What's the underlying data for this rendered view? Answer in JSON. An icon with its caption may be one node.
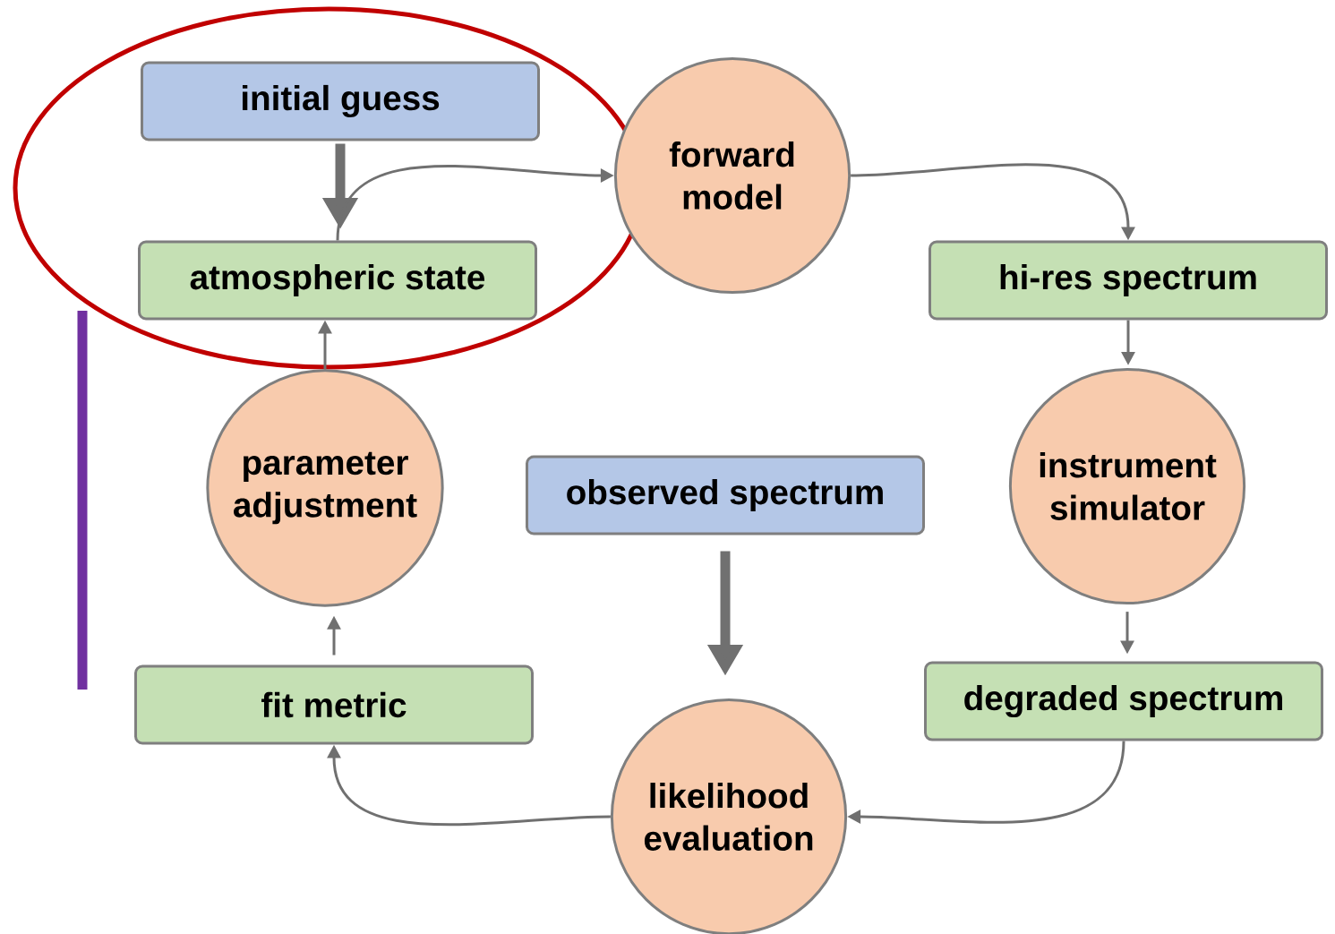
{
  "diagram": {
    "nodes": [
      {
        "text": [
          "initial guess"
        ]
      },
      {
        "text": [
          "forward model"
        ]
      },
      {
        "text": [
          "atmospheric state"
        ]
      },
      {
        "text": [
          "hi-res spectrum"
        ]
      },
      {
        "text": [
          "parameter adjustment"
        ]
      },
      {
        "text": [
          "observed spectrum"
        ]
      },
      {
        "text": [
          "instrument simulator"
        ]
      },
      {
        "text": [
          "fit metric"
        ]
      },
      {
        "text": [
          "degraded spectrum"
        ]
      },
      {
        "text": [
          "likelihood evaluation"
        ]
      }
    ],
    "edges": [
      {
        "from": 0,
        "to": 2,
        "arrow": "to",
        "style": "thick"
      },
      {
        "from": 2,
        "to": 1,
        "arrow": "to"
      },
      {
        "from": 1,
        "to": 3,
        "arrow": "to"
      },
      {
        "from": 3,
        "to": 6,
        "arrow": "to"
      },
      {
        "from": 6,
        "to": 8,
        "arrow": "to"
      },
      {
        "from": 8,
        "to": 9,
        "arrow": "to"
      },
      {
        "from": 5,
        "to": 9,
        "arrow": "to",
        "style": "thick"
      },
      {
        "from": 9,
        "to": 7,
        "arrow": "to"
      },
      {
        "from": 7,
        "to": 4,
        "arrow": "to"
      },
      {
        "from": 4,
        "to": 2,
        "arrow": "to"
      }
    ]
  }
}
